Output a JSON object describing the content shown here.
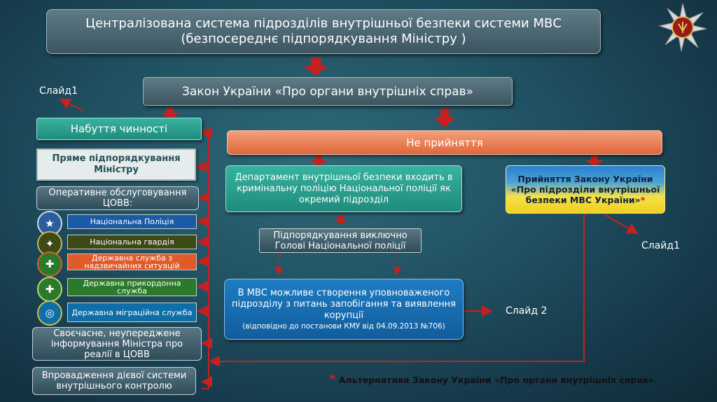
{
  "header": {
    "title_line1": "Централізована система підрозділів внутрішньої безпеки системи МВС",
    "title_line2": "(безпосереднє підпорядкування Міністру )"
  },
  "law_box": "Закон України «Про органи внутрішніх справ»",
  "slide_labels": {
    "left": "Слайд1",
    "right": "Слайд1",
    "mid": "Слайд 2"
  },
  "left_column": {
    "entry_force": "Набуття чинності",
    "direct_subordination": "Пряме підпорядкування Міністру",
    "operative_service": "Оперативне обслуговування ЦОВВ:",
    "services": [
      {
        "name": "Національна Поліція",
        "color": "#1a5aa6",
        "emblem": "police-star-icon"
      },
      {
        "name": "Національна гвардія",
        "color": "#3d4a16",
        "emblem": "guard-wreath-icon"
      },
      {
        "name": "Державна служба з надзвичайних ситуацій",
        "color": "#e05a2a",
        "emblem": "rescue-cross-icon"
      },
      {
        "name": "Державна прикордонна служба",
        "color": "#2b7a2b",
        "emblem": "border-cross-icon"
      },
      {
        "name": "Державна міграційна служба",
        "color": "#0e6fa8",
        "emblem": "migration-globe-icon"
      }
    ],
    "timely_info": "Своєчасне, неупереджене інформування Міністра про реалії в ЦОВВ",
    "internal_control": "Впровадження дієвої системи внутрішнього контролю"
  },
  "not_adopted": "Не прийняття",
  "department": "Департамент внутрішньої безпеки входить в кримінальну поліцію Національної поліції як окремий підрозділ",
  "subordination_head": "Підпорядкування виключно Голові Національної поліції",
  "mvs_possible": {
    "main": "В МВС можливе створення уповноваженого підрозділу з питань запобігання та виявлення корупції",
    "note": "(відповідно до постанови КМУ від 04.09.2013 №706)"
  },
  "adoption_law": {
    "text": "Прийняття Закону України «Про підрозділи внутрішньої безпеки МВС України»",
    "asterisk": "*"
  },
  "footnote": {
    "asterisk": "*",
    "text": "Альтернатива Закону України «Про органи внутрішніх справ»"
  },
  "colors": {
    "arrow": "#c8201e",
    "orange_bar": "#e87a4a",
    "teal": "#2a9d8f"
  }
}
